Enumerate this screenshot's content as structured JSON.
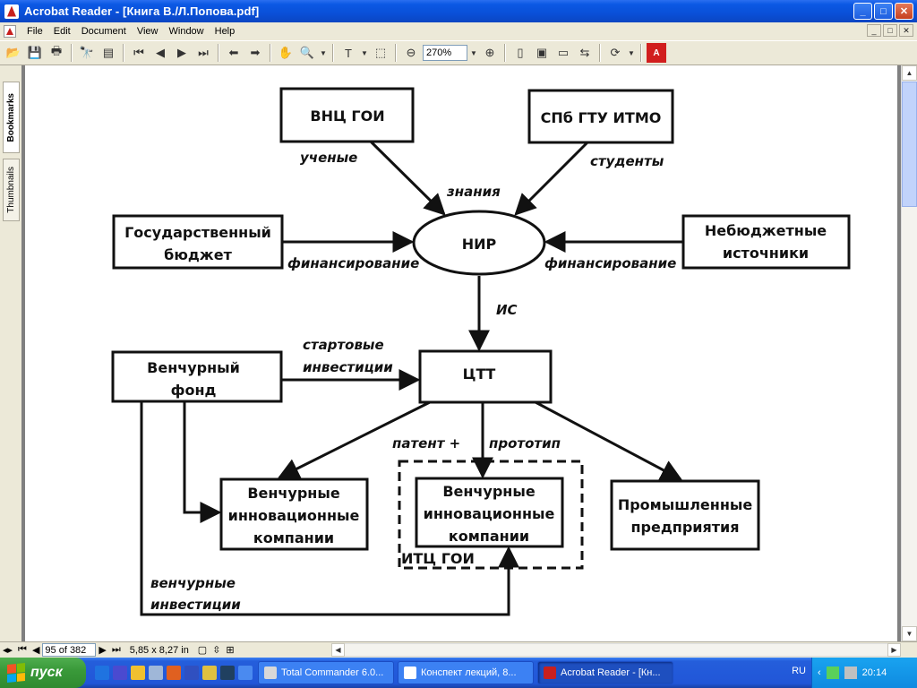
{
  "window": {
    "title": "Acrobat Reader - [Книга В./Л.Попова.pdf]"
  },
  "window_buttons": {
    "minimize": "_",
    "maximize": "□",
    "close": "✕"
  },
  "menu": [
    "File",
    "Edit",
    "Document",
    "View",
    "Window",
    "Help"
  ],
  "toolbar": {
    "zoom": "270%"
  },
  "side_tabs": [
    "Bookmarks",
    "Thumbnails"
  ],
  "diagram": {
    "boxes": {
      "vnc_goi": "ВНЦ ГОИ",
      "spb_gtu": "СПб ГТУ ИТМО",
      "budget_l1": "Государственный",
      "budget_l2": "бюджет",
      "nonbudget_l1": "Небюджетные",
      "nonbudget_l2": "источники",
      "nir": "НИР",
      "ctt": "ЦТТ",
      "fund_l1": "Венчурный",
      "fund_l2": "фонд",
      "vic1_l1": "Венчурные",
      "vic1_l2": "инновационные",
      "vic1_l3": "компании",
      "vic2_l1": "Венчурные",
      "vic2_l2": "инновационные",
      "vic2_l3": "компании",
      "industry_l1": "Промышленные",
      "industry_l2": "предприятия",
      "itc_goi": "ИТЦ ГОИ"
    },
    "labels": {
      "scientists": "ученые",
      "students": "студенты",
      "knowledge": "знания",
      "financing_left": "финансирование",
      "financing_right": "финансирование",
      "is": "ИС",
      "startup_l1": "стартовые",
      "startup_l2": "инвестиции",
      "patent": "патент +",
      "prototype": "прототип",
      "venture_l1": "венчурные",
      "venture_l2": "инвестиции"
    }
  },
  "status": {
    "page": "95 of 382",
    "size": "5,85 x 8,27 in"
  },
  "taskbar": {
    "start": "пуск",
    "tasks": [
      "Total Commander 6.0...",
      "Конспект лекций, 8...",
      "Acrobat Reader - [Кн..."
    ],
    "lang": "RU",
    "clock": "20:14"
  },
  "colors": {
    "xp_blue": "#0a50d8",
    "start_green": "#3a9a3a",
    "tray_blue": "#0f8ae0"
  }
}
